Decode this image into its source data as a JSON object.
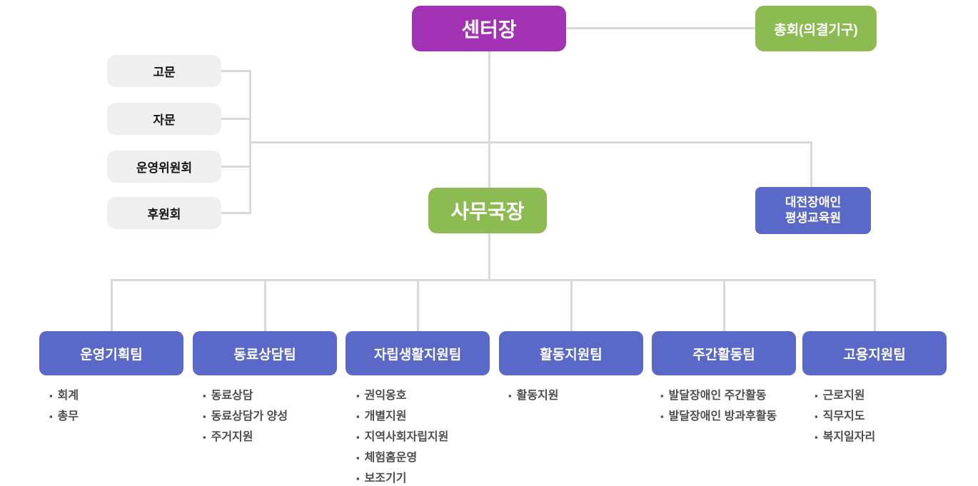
{
  "colors": {
    "director_purple": "#a232b4",
    "green": "#8cbb52",
    "team_blue": "#5a69c7",
    "side_gray": "#efefef",
    "connector_gray": "#d9d9d9",
    "bullet_text": "#4d4d4d"
  },
  "icons": {
    "bullet": "▪"
  },
  "top": {
    "director": "센터장",
    "assembly": "총회(의결기구)"
  },
  "left_boxes": [
    "고문",
    "자문",
    "운영위원회",
    "후원회"
  ],
  "middle": {
    "secretary_general": "사무국장",
    "education_center_line1": "대전장애인",
    "education_center_line2": "평생교육원"
  },
  "teams": [
    {
      "label": "운영기획팀",
      "items": [
        "회계",
        "총무"
      ]
    },
    {
      "label": "동료상담팀",
      "items": [
        "동료상담",
        "동료상담가 양성",
        "주거지원"
      ]
    },
    {
      "label": "자립생활지원팀",
      "items": [
        "권익옹호",
        "개별지원",
        "지역사회자립지원",
        "체험홈운영",
        "보조기기"
      ]
    },
    {
      "label": "활동지원팀",
      "items": [
        "활동지원"
      ]
    },
    {
      "label": "주간활동팀",
      "items": [
        "발달장애인 주간활동",
        "발달장애인 방과후활동"
      ]
    },
    {
      "label": "고용지원팀",
      "items": [
        "근로지원",
        "직무지도",
        "복지일자리"
      ]
    }
  ]
}
